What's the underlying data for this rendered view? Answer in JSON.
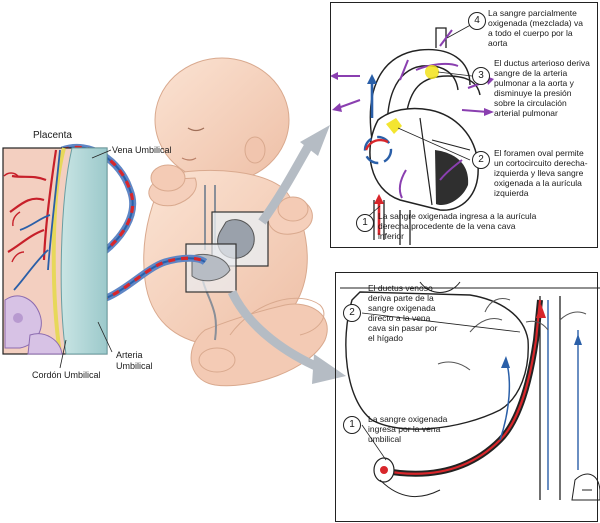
{
  "labels": {
    "placenta": "Placenta",
    "umbilical_vein": "Vena Umbilical",
    "umbilical_artery_line1": "Arteria",
    "umbilical_artery_line2": "Umbilical",
    "umbilical_cord": "Cordón Umbilical"
  },
  "heart_panel": {
    "steps": [
      {
        "number": "1",
        "lines": [
          "La sangre oxigenada ingresa a la aurícula",
          "derecha procedente de la vena cava",
          "inferior"
        ]
      },
      {
        "number": "2",
        "lines": [
          "El foramen oval permite",
          "un cortocircuito derecha-",
          "izquierda y lleva sangre",
          "oxigenada a la aurícula",
          "izquierda"
        ]
      },
      {
        "number": "3",
        "lines": [
          "El ductus arterioso deriva",
          "sangre de la arteria",
          "pulmonar a la aorta y",
          "disminuye la presión",
          "sobre la circulación",
          "arterial pulmonar"
        ]
      },
      {
        "number": "4",
        "lines": [
          "La sangre parcialmente",
          "oxigenada (mezclada) va",
          "a todo el cuerpo por la",
          "aorta"
        ]
      }
    ]
  },
  "liver_panel": {
    "steps": [
      {
        "number": "1",
        "lines": [
          "La sangre oxigenada",
          "ingresa por la vena",
          "umbilical"
        ]
      },
      {
        "number": "2",
        "lines": [
          "El ductus venoso",
          "deriva parte de la",
          "sangre oxigenada",
          "directo a la vena",
          "cava sin pasar por",
          "el hígado"
        ]
      }
    ]
  },
  "colors": {
    "oxygenated": "#d8262b",
    "deoxygenated": "#2a5fa8",
    "mixed_flow": "#8a3fb0",
    "placenta_tissue": "#f3cfc0",
    "skin": "#f7d7c4",
    "highlight": "#f2e21a"
  }
}
